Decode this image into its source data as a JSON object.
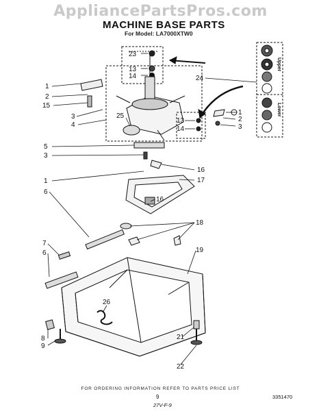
{
  "watermark": "AppliancePartsPros.com",
  "title": "MACHINE BASE PARTS",
  "model_line": "For Model: LA7000XTW0",
  "callouts": [
    "23",
    "13",
    "14",
    "1",
    "2",
    "15",
    "3",
    "4",
    "25",
    "24",
    "13",
    "14",
    "1",
    "2",
    "3",
    "5",
    "3",
    "16",
    "1",
    "17",
    "6",
    "16",
    "18",
    "7",
    "6",
    "19",
    "26",
    "8",
    "9",
    "21",
    "22"
  ],
  "side_labels": {
    "upper": "Upper",
    "lower": "Lower"
  },
  "footer": "FOR ORDERING INFORMATION REFER TO PARTS PRICE LIST",
  "page_number": "9",
  "page_code": "27V-F-9",
  "part_number": "3351470"
}
